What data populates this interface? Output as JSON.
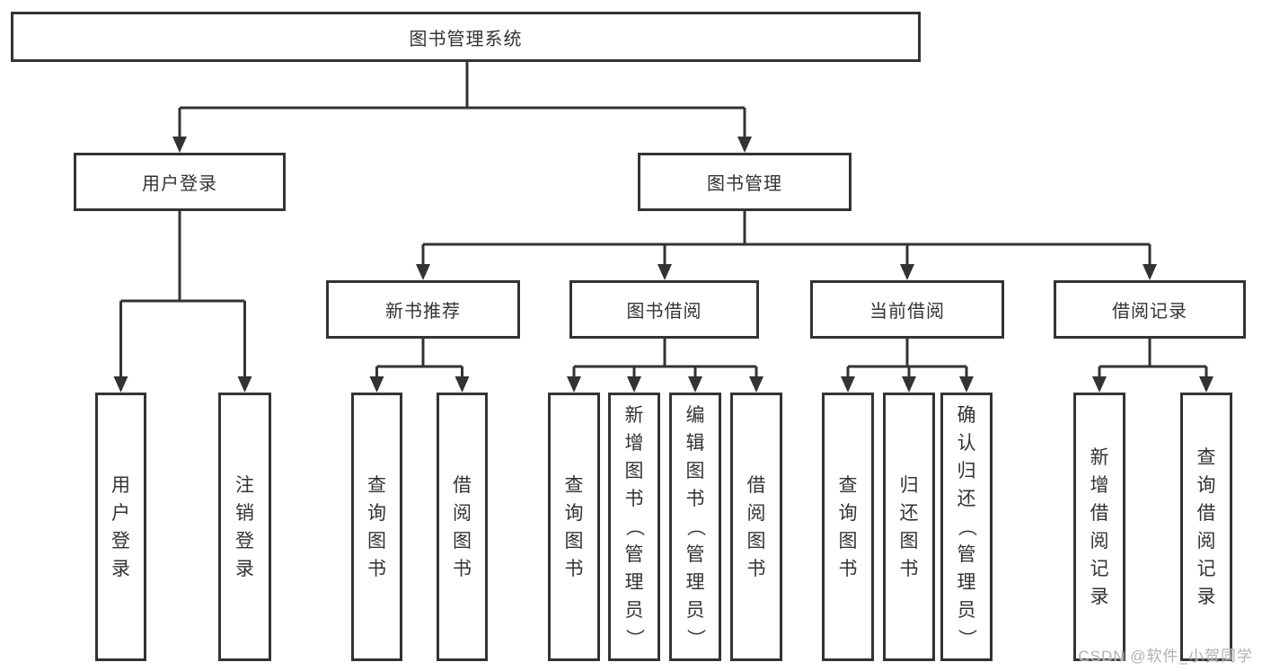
{
  "tree": {
    "root": {
      "label": "图书管理系统"
    },
    "branches": [
      {
        "label": "用户登录",
        "children": [
          {
            "label": "用户登录"
          },
          {
            "label": "注销登录"
          }
        ]
      },
      {
        "label": "图书管理",
        "children": [
          {
            "label": "新书推荐",
            "children": [
              {
                "label": "查询图书"
              },
              {
                "label": "借阅图书"
              }
            ]
          },
          {
            "label": "图书借阅",
            "children": [
              {
                "label": "查询图书"
              },
              {
                "label": "新增图书（管理员）"
              },
              {
                "label": "编辑图书（管理员）"
              },
              {
                "label": "借阅图书"
              }
            ]
          },
          {
            "label": "当前借阅",
            "children": [
              {
                "label": "查询图书"
              },
              {
                "label": "归还图书"
              },
              {
                "label": "确认归还（管理员）"
              }
            ]
          },
          {
            "label": "借阅记录",
            "children": [
              {
                "label": "新增借阅记录"
              },
              {
                "label": "查询借阅记录"
              }
            ]
          }
        ]
      }
    ]
  },
  "watermark": {
    "text": "CSDN @软件_小贺同学"
  },
  "colors": {
    "line": "#333333",
    "text": "#333333",
    "watermark_text": "#b0b0b0",
    "background": "#ffffff"
  }
}
